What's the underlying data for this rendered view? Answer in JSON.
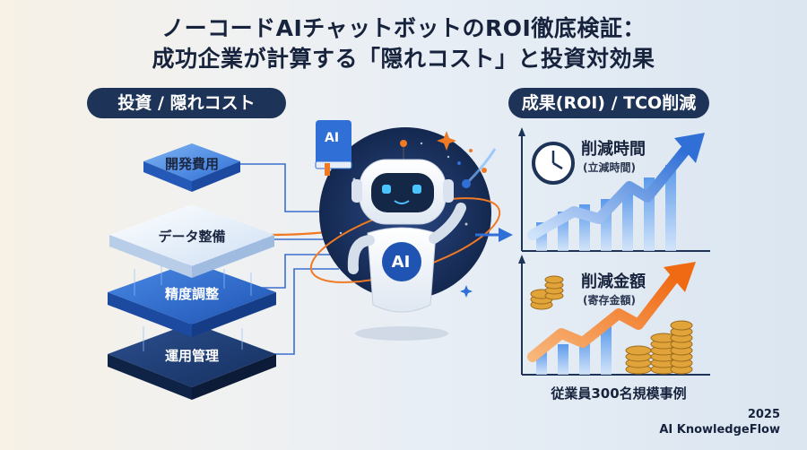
{
  "title": {
    "line1": "ノーコードAIチャットボットのROI徹底検証：",
    "line2": "成功企業が計算する「隠れコスト」と投資対効果"
  },
  "left_section": {
    "heading": "投資 / 隠れコスト",
    "layers": [
      "開発費用",
      "データ整備",
      "精度調整",
      "運用管理"
    ]
  },
  "center": {
    "book_label": "AI",
    "chest_label": "AI"
  },
  "right_section": {
    "heading": "成果(ROI) / TCO削減",
    "panel1": {
      "title": "削減時間",
      "subtitle": "(立減時間)"
    },
    "panel2": {
      "title": "削減金額",
      "subtitle": "(寄存金額)"
    },
    "caption": "従業員300名規模事例"
  },
  "footer": {
    "year": "2025",
    "brand": "AI KnowledgeFlow"
  },
  "colors": {
    "navy": "#1d3357",
    "blue": "#2f6fd6",
    "orange": "#f07a24",
    "gold": "#e0a43a"
  }
}
